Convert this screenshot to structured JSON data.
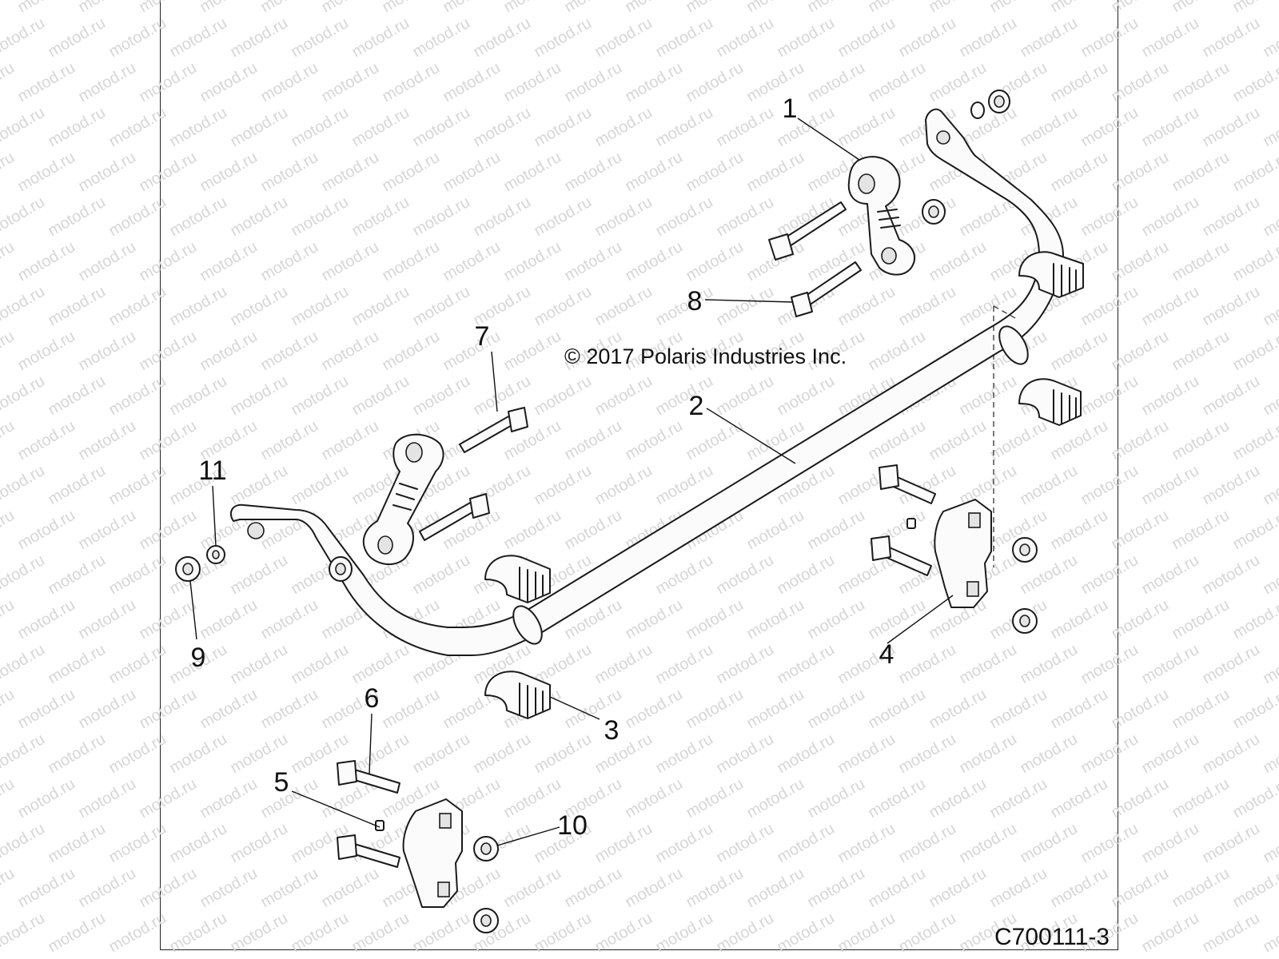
{
  "watermark": "motod.ru",
  "copyright": "© 2017 Polaris Industries Inc.",
  "figure_id": "C700111-3",
  "callouts": [
    "1",
    "2",
    "3",
    "4",
    "5",
    "6",
    "7",
    "8",
    "9",
    "10",
    "11"
  ],
  "colors": {
    "line": "#1a1a1a",
    "part_fill": "#fbfbfb",
    "watermark": "#d6d6d6"
  }
}
